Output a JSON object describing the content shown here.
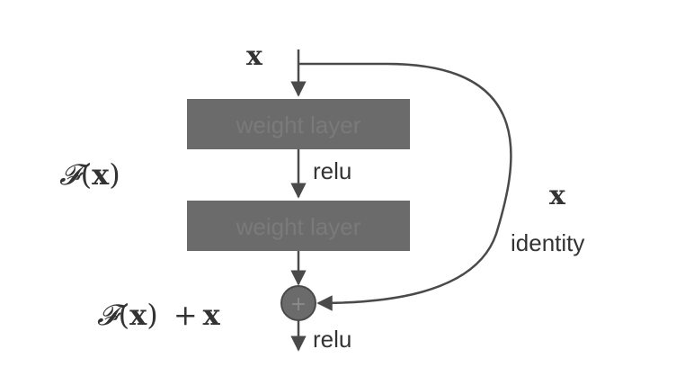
{
  "input": {
    "label": "x"
  },
  "layers": [
    {
      "label": "weight layer"
    },
    {
      "label": "weight layer"
    }
  ],
  "activations": {
    "middle": "relu",
    "output": "relu"
  },
  "residual": {
    "function": "𝓕",
    "arg": "x",
    "sum_plus": "+",
    "sum_x": "x"
  },
  "shortcut": {
    "variable": "x",
    "label": "identity"
  },
  "adder": {
    "symbol": "+"
  },
  "colors": {
    "layer_fill": "#6b6b6b",
    "layer_text": "#7a7a7a",
    "arrow": "#4a4a4a",
    "text": "#333333",
    "adder_fill": "#6b6b6b"
  }
}
